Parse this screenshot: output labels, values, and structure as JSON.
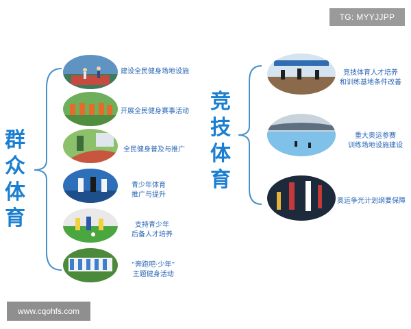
{
  "watermarks": {
    "top_right": "TG: MYYJJPP",
    "bottom_left": "www.cqohfs.com"
  },
  "left_group": {
    "title_chars": [
      "群",
      "众",
      "体",
      "育"
    ],
    "items": [
      {
        "lines": [
          "建设全民健身场地设施"
        ],
        "photo": "court-photo"
      },
      {
        "lines": [
          "开展全民健身赛事活动"
        ],
        "photo": "dance-photo"
      },
      {
        "lines": [
          "全民健身普及与推广"
        ],
        "photo": "track-photo"
      },
      {
        "lines": [
          "青少年体育",
          "推广与提升"
        ],
        "photo": "hockey-photo"
      },
      {
        "lines": [
          "支持青少年",
          "后备人才培养"
        ],
        "photo": "football-photo"
      },
      {
        "lines": [
          "“奔跑吧·少年”",
          "主题健身活动"
        ],
        "photo": "youth-team-photo"
      }
    ]
  },
  "right_group": {
    "title_chars": [
      "竞",
      "技",
      "体",
      "育"
    ],
    "items": [
      {
        "lines": [
          "竞技体育人才培养",
          "和训练基地条件改善"
        ],
        "photo": "training-base-photo"
      },
      {
        "lines": [
          "重大奥运参赛",
          "训练场地设施建设"
        ],
        "photo": "skating-rink-photo"
      },
      {
        "lines": [
          "奥运争光计划纲要保障"
        ],
        "photo": "gymnastics-photo"
      }
    ]
  },
  "colors": {
    "title": "#1b7fd1",
    "bracket": "#4a90c8",
    "label": "#2a66b4"
  }
}
